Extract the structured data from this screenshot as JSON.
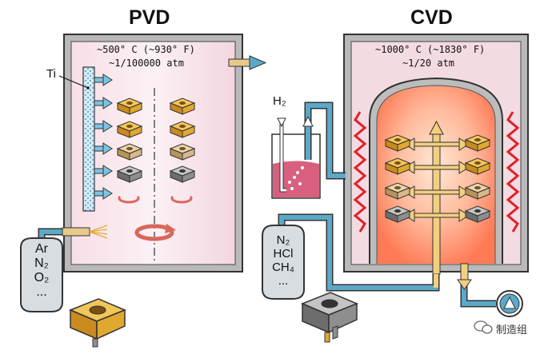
{
  "pvd": {
    "title": "PVD",
    "temperature": "~500° C (~930° F)",
    "pressure": "~1/100000 atm",
    "target_label": "Ti",
    "gases": [
      "Ar",
      "N₂",
      "O₂",
      "..."
    ]
  },
  "cvd": {
    "title": "CVD",
    "temperature": "~1000° C (~1830° F)",
    "pressure": "~1/20 atm",
    "bubbler_label": "H₂",
    "gases": [
      "N₂",
      "HCl",
      "CH₄",
      "..."
    ]
  },
  "watermark": "制造组",
  "colors": {
    "chamber_wall": "#b9b9b9",
    "chamber_inner": "#f3e3e8",
    "pipe": "#5aa9c9",
    "heater": "#e0202a",
    "gold_insert": "#e0a830",
    "tan_insert": "#d9b88a",
    "gray_insert": "#8e8e8e",
    "liquid": "#d8607e"
  }
}
